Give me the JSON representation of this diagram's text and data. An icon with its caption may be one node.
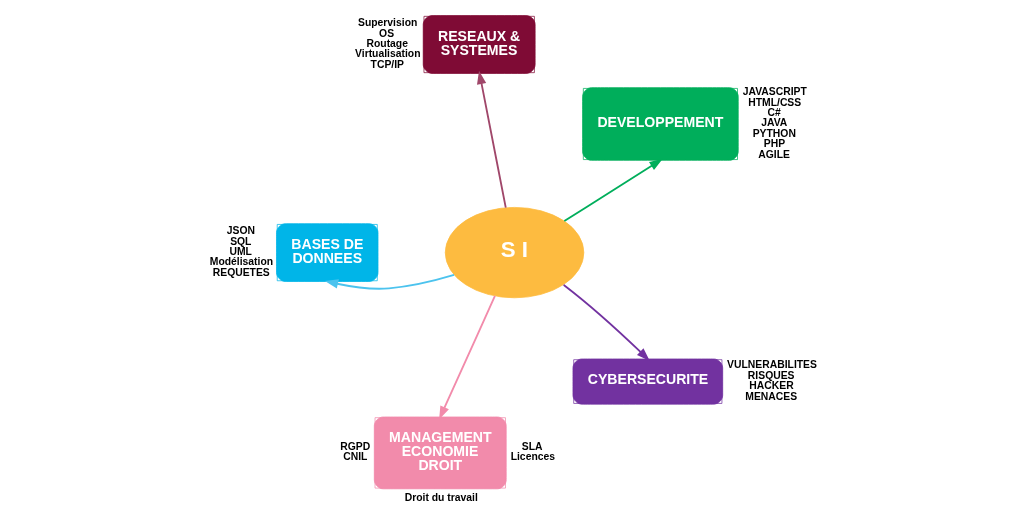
{
  "diagram": {
    "nodes": [
      {
        "text": [
          "RESEAUX & SYSTEMES"
        ],
        "beside": [
          "Supervision",
          "OS",
          "Routage",
          "Virtualisation",
          "TCP/IP"
        ]
      },
      {
        "text": [
          "DEVELOPPEMENT"
        ],
        "beside": [
          "JAVASCRIPT",
          "HTML/CSS",
          "C#",
          "JAVA",
          "PYTHON",
          "PHP",
          "AGILE"
        ]
      },
      {
        "text": [
          "S I"
        ]
      },
      {
        "text": [
          "BASES DE DONNEES"
        ],
        "beside": [
          "JSON",
          "SQL",
          "UML",
          "Modélisation",
          "REQUETES"
        ]
      },
      {
        "text": [
          "CYBERSECURITE"
        ],
        "beside": [
          "VULNERABILITES",
          "RISQUES",
          "HACKER",
          "MENACES"
        ]
      },
      {
        "text": [
          "MANAGEMENT ECONOMIE DROIT"
        ],
        "beside": [
          "RGPD",
          "CNIL",
          "SLA",
          "Licences",
          "Droit du travail"
        ]
      }
    ],
    "edges": [
      {
        "from": 2,
        "to": 0,
        "arrow": "to",
        "color": "#a0476a"
      },
      {
        "from": 2,
        "to": 1,
        "arrow": "to",
        "color": "#00ae5b"
      },
      {
        "from": 2,
        "to": 3,
        "arrow": "to",
        "color": "#4cc3ee"
      },
      {
        "from": 2,
        "to": 4,
        "arrow": "to",
        "color": "#7232a0"
      },
      {
        "from": 2,
        "to": 5,
        "arrow": "to",
        "color": "#f28bab"
      }
    ]
  }
}
